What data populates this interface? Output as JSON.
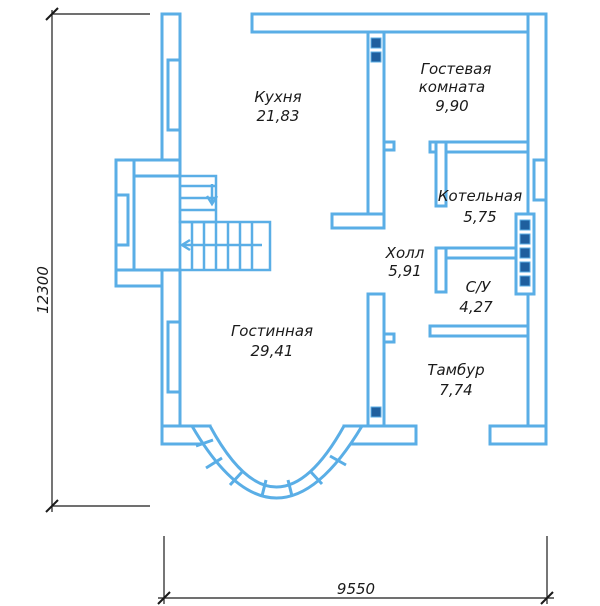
{
  "colors": {
    "wall": "#5aaee6",
    "wall_fill": "#ffffff",
    "text": "#1a1a1a",
    "vent": "#1f5f9e"
  },
  "dimensions": {
    "height": "12300",
    "width": "9550"
  },
  "rooms": [
    {
      "id": "kitchen",
      "name": "Кухня",
      "area": "21,83"
    },
    {
      "id": "guest",
      "name": "Гостевая",
      "name2": "комната",
      "area": "9,90"
    },
    {
      "id": "boiler",
      "name": "Котельная",
      "area": "5,75"
    },
    {
      "id": "hall",
      "name": "Холл",
      "area": "5,91"
    },
    {
      "id": "bath",
      "name": "С/У",
      "area": "4,27"
    },
    {
      "id": "living",
      "name": "Гостинная",
      "area": "29,41"
    },
    {
      "id": "vestibule",
      "name": "Тамбур",
      "area": "7,74"
    }
  ],
  "icons": {
    "vent": "vent-duct-icon",
    "stair_arrow": "stair-direction-arrow-icon"
  }
}
